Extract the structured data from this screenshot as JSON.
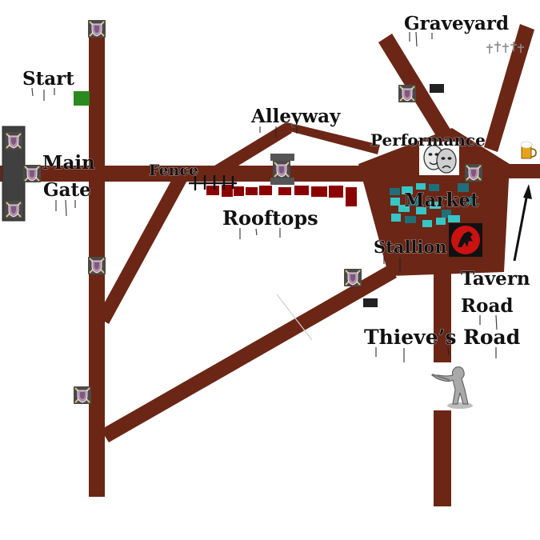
{
  "map": {
    "labels": {
      "graveyard": "Graveyard",
      "start": "Start",
      "main": "Main",
      "gate": "Gate",
      "alleyway": "Alleyway",
      "performance": "Performance",
      "fence": "Fence",
      "market": "Market",
      "rooftops": "Rooftops",
      "stallion": "Stallion",
      "tavern": "Tavern",
      "road": "Road",
      "thieves_road": "Thieve’s Road"
    },
    "colors": {
      "road": "#6b2616",
      "start_marker": "#2a8a1f",
      "gate_wall": "#404040",
      "rooftop": "#8b0000",
      "market_stall": "#35c6c6",
      "market_stall_dark": "#1f6f7a",
      "guard_marker_bg": "#4a4a4a",
      "stallion_emblem": "#cc1111"
    },
    "icons": {
      "guard": "shield-crossed-swords-icon",
      "performance": "theater-masks-icon",
      "tavern": "beer-mug-icon",
      "stallion": "horse-emblem-icon",
      "thief": "hooded-thief-figurine-icon",
      "graveyard": "grave-crosses-icon",
      "direction": "up-arrow-icon"
    }
  }
}
